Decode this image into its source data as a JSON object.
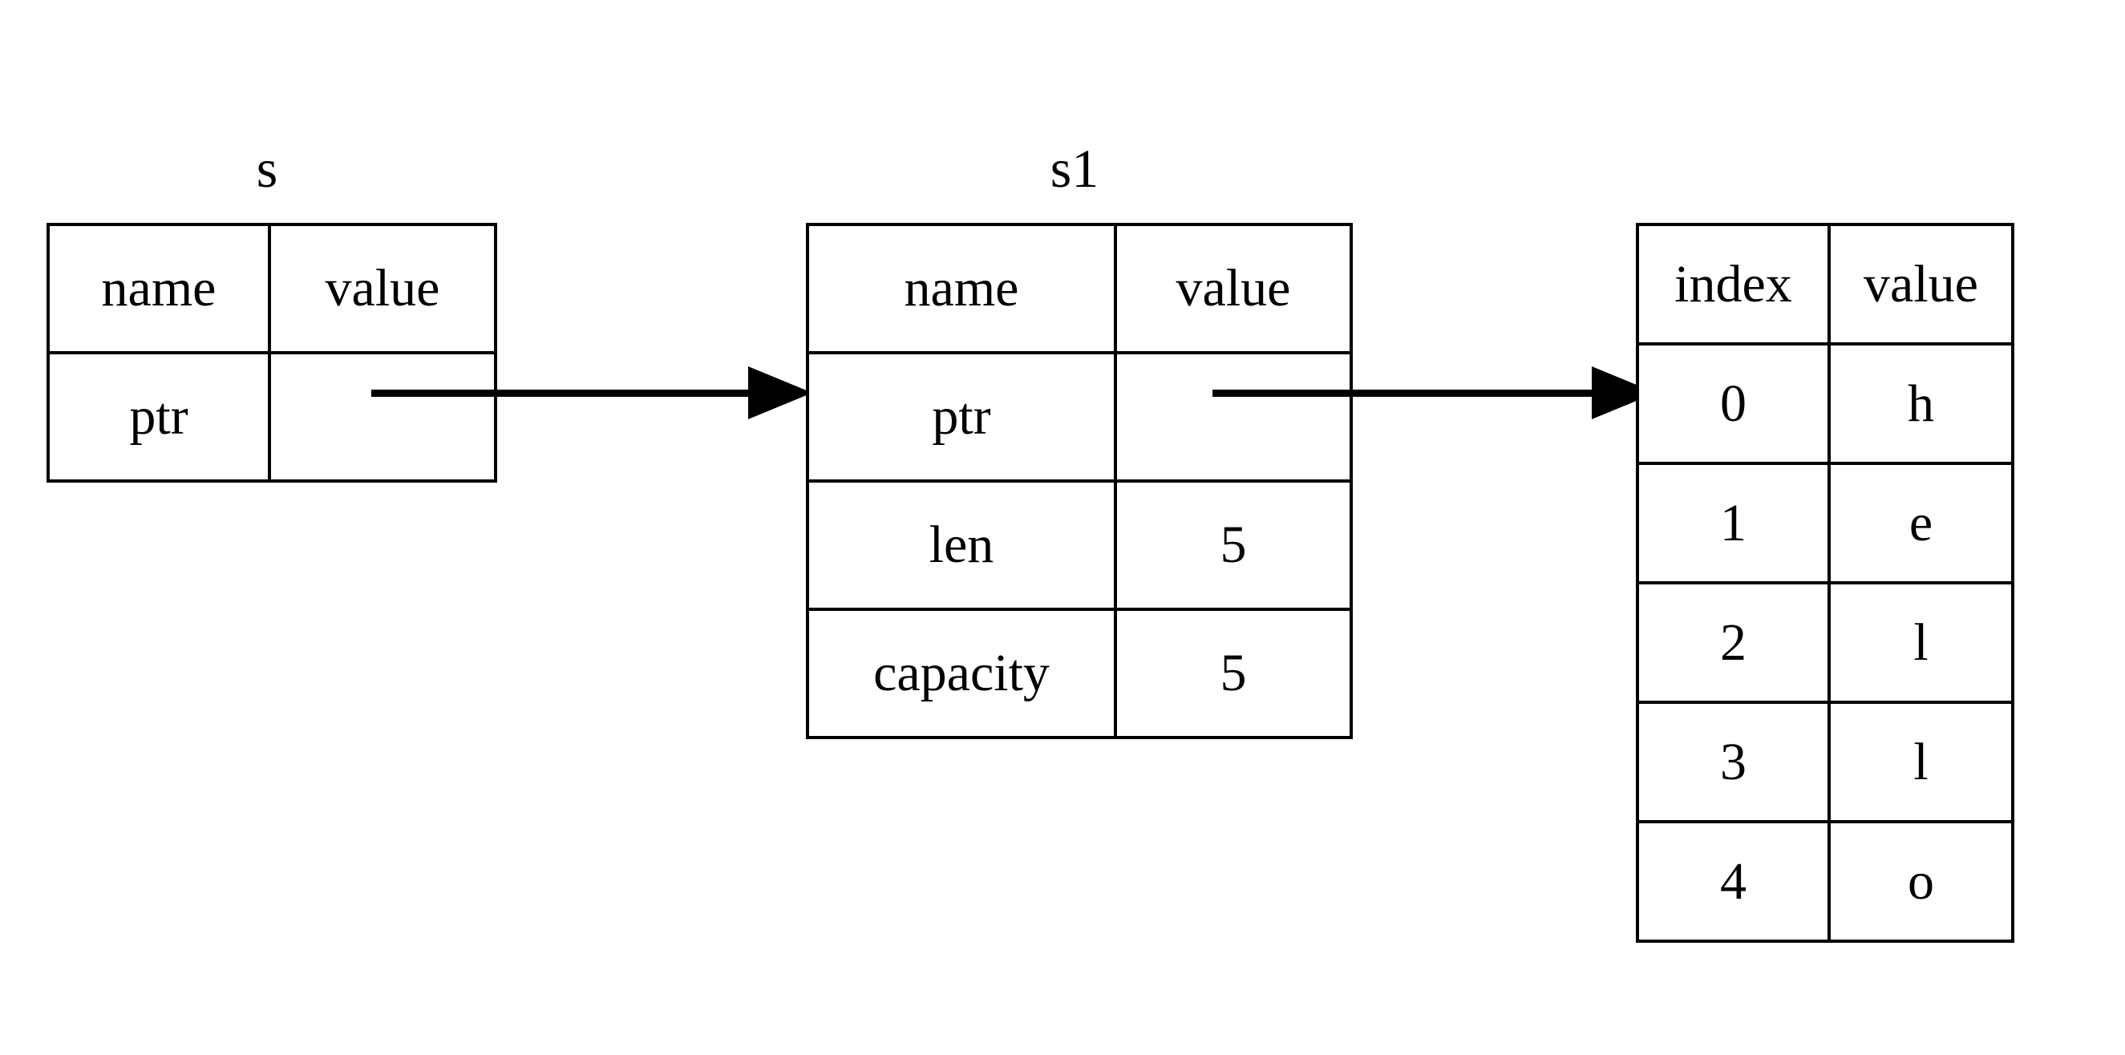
{
  "diagram": {
    "kind": "memory-layout-diagram",
    "description": "String slice s pointing to String s1 pointing to heap byte array",
    "background_color": "#ffffff",
    "line_color": "#000000",
    "text_color": "#000000"
  },
  "tables": {
    "s": {
      "title": "s",
      "headers": [
        "name",
        "value"
      ],
      "rows": [
        {
          "name": "ptr",
          "value": ""
        }
      ]
    },
    "s1": {
      "title": "s1",
      "headers": [
        "name",
        "value"
      ],
      "rows": [
        {
          "name": "ptr",
          "value": ""
        },
        {
          "name": "len",
          "value": "5"
        },
        {
          "name": "capacity",
          "value": "5"
        }
      ]
    },
    "heap": {
      "title": "",
      "headers": [
        "index",
        "value"
      ],
      "rows": [
        {
          "index": "0",
          "value": "h"
        },
        {
          "index": "1",
          "value": "e"
        },
        {
          "index": "2",
          "value": "l"
        },
        {
          "index": "3",
          "value": "l"
        },
        {
          "index": "4",
          "value": "o"
        }
      ]
    }
  },
  "arrows": [
    {
      "name": "s-ptr-to-s1",
      "from": "s.ptr",
      "to": "s1",
      "style": "solid-filled-arrowhead"
    },
    {
      "name": "s1-ptr-to-heap",
      "from": "s1.ptr",
      "to": "heap",
      "style": "solid-filled-arrowhead"
    }
  ]
}
